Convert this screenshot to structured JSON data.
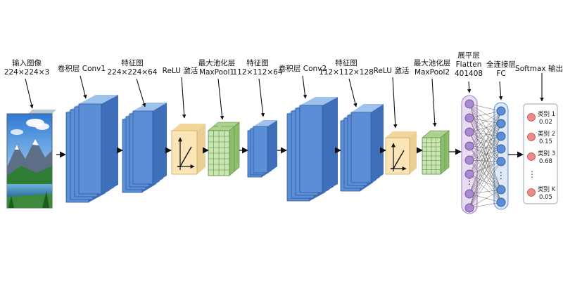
{
  "title": "",
  "colors": {
    "conv_face": "#5b8ed6",
    "conv_top": "#9fc2ec",
    "conv_side": "#3f6fb8",
    "pool_face": "#c9e5b1",
    "pool_top": "#aad28e",
    "pool_side": "#8ebd6e",
    "relu_face": "#fbe5b6",
    "relu_top": "#f3d79a",
    "flatten_fill": "#e8dcf2",
    "flatten_node": "#a98ad1",
    "fc_fill": "#dfe9f8",
    "fc_node": "#5b8ed6",
    "out_node": "#ee8a8a",
    "arrow": "#111111"
  },
  "stages": [
    {
      "id": "input",
      "line1": "输入图像",
      "line2": "224×224×3"
    },
    {
      "id": "conv1",
      "line1": "卷积层 Conv1",
      "line2": ""
    },
    {
      "id": "fmap1",
      "line1": "特征图",
      "line2": "224×224×64"
    },
    {
      "id": "relu1",
      "line1": "ReLU 激活",
      "line2": ""
    },
    {
      "id": "pool1",
      "line1": "最大池化层",
      "line2": "MaxPool1"
    },
    {
      "id": "fmap2",
      "line1": "特征图",
      "line2": "112×112×64"
    },
    {
      "id": "conv2",
      "line1": "卷积层 Conv2",
      "line2": ""
    },
    {
      "id": "fmap3",
      "line1": "特征图",
      "line2": "112×112×128"
    },
    {
      "id": "relu2",
      "line1": "ReLU 激活",
      "line2": ""
    },
    {
      "id": "pool2",
      "line1": "最大池化层",
      "line2": "MaxPool2"
    },
    {
      "id": "flatten",
      "line1": "展平层",
      "line2": "Flatten",
      "line3": "401408"
    },
    {
      "id": "fc",
      "line1": "全连接层",
      "line2": "FC"
    },
    {
      "id": "softmax",
      "line1": "Softmax 输出",
      "line2": ""
    }
  ],
  "outputs": [
    {
      "label": "类别 1",
      "prob": "0.02"
    },
    {
      "label": "类别 2",
      "prob": "0.15"
    },
    {
      "label": "类别 3",
      "prob": "0.68"
    },
    {
      "label": "类别 K",
      "prob": "0.05"
    }
  ],
  "ellipsis": "⋮",
  "icons": {
    "input_image": "mountain-lake-landscape",
    "relu": "relu-graph-icon",
    "pool": "grid-icon"
  }
}
